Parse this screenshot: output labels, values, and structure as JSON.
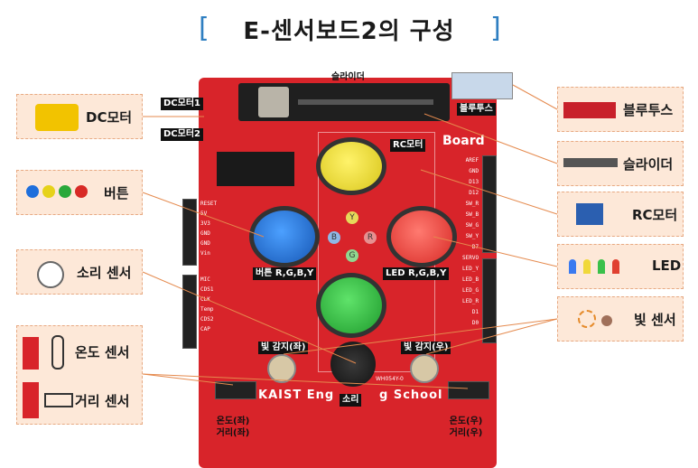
{
  "title": "E-센서보드2의 구성",
  "brackets": {
    "left": "[",
    "right": "]"
  },
  "colors": {
    "accent": "#2f7fc1",
    "box_fill": "#fde8d8",
    "board": "#d8242a",
    "line": "#e58a4e"
  },
  "left_labels": {
    "dc_motor": "DC모터",
    "button": "버튼",
    "sound_sensor": "소리 센서",
    "temp_sensor": "온도 센서",
    "distance_sensor": "거리 센서"
  },
  "right_labels": {
    "bluetooth": "블루투스",
    "slider": "슬라이더",
    "rc_motor": "RC모터",
    "led": "LED",
    "light_sensor": "빛 센서"
  },
  "board_tags": {
    "dc1": "DC모터1",
    "dc2": "DC모터2",
    "slider": "슬라이더",
    "bluetooth": "블루투스",
    "rc_motor": "RC모터",
    "button_rgby": "버튼 R,G,B,Y",
    "led_rgby": "LED R,G,B,Y",
    "light_left": "빛 감지(좌)",
    "light_right": "빛 감지(우)",
    "sound": "소리",
    "temp_dist_left_1": "온도(좌)",
    "temp_dist_left_2": "거리(좌)",
    "temp_dist_right_1": "온도(우)",
    "temp_dist_right_2": "거리(우)"
  },
  "board_print": {
    "brand": "KAIST Eng",
    "brand_tail": "g School",
    "board_word": "Board",
    "y": "Y",
    "b": "B",
    "r": "R",
    "g": "G",
    "left_pins_top": [
      "RESET",
      "5V",
      "3V3",
      "GND",
      "GND",
      "Vin"
    ],
    "left_pins_bottom": [
      "MIC",
      "CDS1",
      "CLK",
      "Temp",
      "CDS2",
      "CAP"
    ],
    "right_pins": [
      "AREF",
      "GND",
      "D13",
      "D12",
      "SW_R",
      "SW_B",
      "SW_G",
      "SW_Y",
      "D7",
      "SERVO",
      "LED_Y",
      "LED_B",
      "LED_G",
      "LED_R",
      "D1",
      "D0"
    ],
    "chip": "WH054Y-0"
  }
}
